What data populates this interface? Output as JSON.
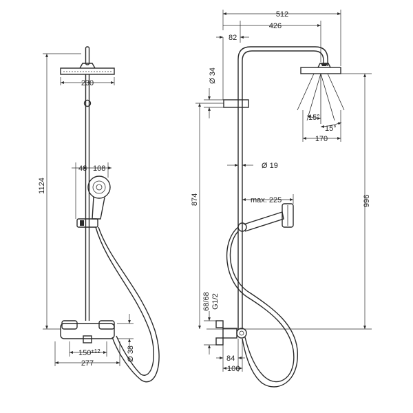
{
  "front_view": {
    "overall_height": "1124",
    "head_width": "230",
    "offset_48": "48",
    "handshower_108": "108",
    "mixer_spacing": "150",
    "mixer_spacing_tol": "±12",
    "mixer_width": "277",
    "mixer_dia": "Ø 38"
  },
  "side_view": {
    "total_projection": "512",
    "arm_length": "426",
    "wall_offset": "82",
    "fixing_dia": "Ø 34",
    "head_angle_a": "15°",
    "head_angle_b": "15°",
    "head_depth": "170",
    "pipe_dia": "Ø 19",
    "column_height": "874",
    "holder_reach": "max. 225",
    "head_height": "996",
    "connection_centres": "68/68",
    "connection_thread": "G1/2",
    "wall_84": "84",
    "wall_106": "106"
  }
}
